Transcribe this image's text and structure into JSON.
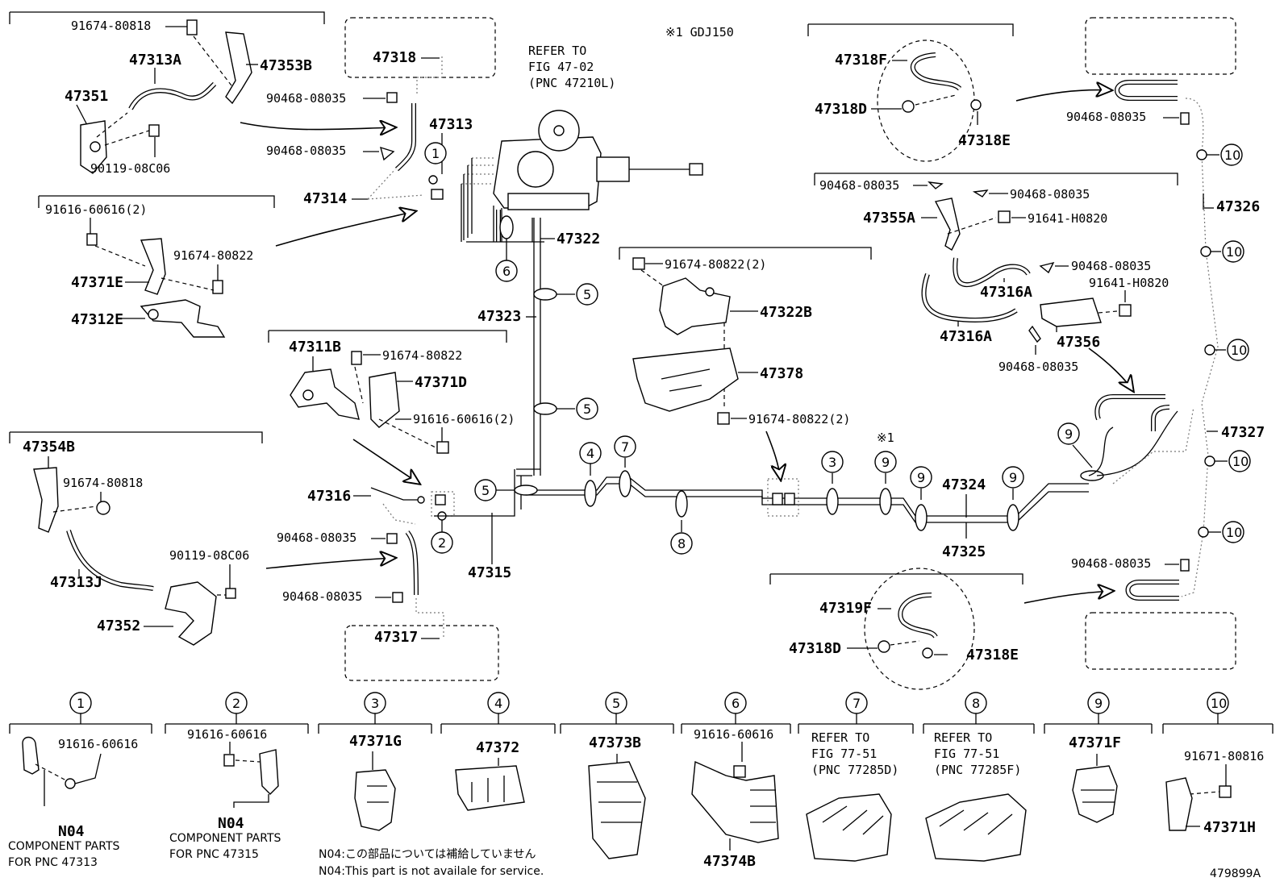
{
  "header": {
    "note_gdj": "※1 GDJ150",
    "refer_main_1": "REFER TO",
    "refer_main_2": "FIG 47-02",
    "refer_main_3": "(PNC 47210L)"
  },
  "labels": {
    "p91674_80818_a": "91674-80818",
    "p47313A": "47313A",
    "p47353B": "47353B",
    "p47351": "47351",
    "p90119_08C06_a": "90119-08C06",
    "p47318": "47318",
    "p90468_a": "90468-08035",
    "p90468_b": "90468-08035",
    "p47313": "47313",
    "p47314": "47314",
    "p91616_60616_2a": "91616-60616(2)",
    "p91674_80822_a": "91674-80822",
    "p47371E": "47371E",
    "p47312E": "47312E",
    "p47322": "47322",
    "p47323": "47323",
    "p47311B": "47311B",
    "p91674_80822_b": "91674-80822",
    "p47371D": "47371D",
    "p91616_60616_2b": "91616-60616(2)",
    "p47354B": "47354B",
    "p91674_80818_b": "91674-80818",
    "p47313J": "47313J",
    "p90119_08C06_b": "90119-08C06",
    "p47352": "47352",
    "p47316": "47316",
    "p90468_c": "90468-08035",
    "p90468_d": "90468-08035",
    "p47317": "47317",
    "p47315": "47315",
    "p91674_80822_2a": "91674-80822(2)",
    "p47322B": "47322B",
    "p47378": "47378",
    "p91674_80822_2b": "91674-80822(2)",
    "p47324": "47324",
    "p47325": "47325",
    "p47318F": "47318F",
    "p47318D_a": "47318D",
    "p47318E_a": "47318E",
    "p90468_e": "90468-08035",
    "p47326": "47326",
    "p90468_f": "90468-08035",
    "p90468_g": "90468-08035",
    "p47355A": "47355A",
    "p91641_H0820_a": "91641-H0820",
    "p90468_h": "90468-08035",
    "p47316A_a": "47316A",
    "p91641_H0820_b": "91641-H0820",
    "p47316A_b": "47316A",
    "p47356": "47356",
    "p90468_i": "90468-08035",
    "p47327": "47327",
    "p90468_j": "90468-08035",
    "p47319F": "47319F",
    "p47318D_b": "47318D",
    "p47318E_b": "47318E",
    "star1": "※1"
  },
  "callouts": [
    "1",
    "2",
    "3",
    "4",
    "5",
    "6",
    "7",
    "8",
    "9",
    "10"
  ],
  "legend": [
    {
      "num": "1",
      "parts": [
        "91616-60616"
      ],
      "code": "N04",
      "desc1": "COMPONENT PARTS",
      "desc2": "FOR PNC 47313"
    },
    {
      "num": "2",
      "parts": [
        "91616-60616"
      ],
      "code": "N04",
      "desc1": "COMPONENT PARTS",
      "desc2": "FOR PNC 47315"
    },
    {
      "num": "3",
      "parts": [
        "47371G"
      ]
    },
    {
      "num": "4",
      "parts": [
        "47372"
      ]
    },
    {
      "num": "5",
      "parts": [
        "47373B"
      ]
    },
    {
      "num": "6",
      "parts": [
        "91616-60616",
        "47374B"
      ]
    },
    {
      "num": "7",
      "ref1": "REFER TO",
      "ref2": "FIG 77-51",
      "ref3": "(PNC 77285D)"
    },
    {
      "num": "8",
      "ref1": "REFER TO",
      "ref2": "FIG 77-51",
      "ref3": "(PNC 77285F)"
    },
    {
      "num": "9",
      "parts": [
        "47371F"
      ]
    },
    {
      "num": "10",
      "parts": [
        "91671-80816",
        "47371H"
      ]
    }
  ],
  "footnotes": {
    "jp": "N04:この部品については補給していません",
    "en": "N04:This part is not availale for service."
  },
  "diagram_id": "479899A"
}
